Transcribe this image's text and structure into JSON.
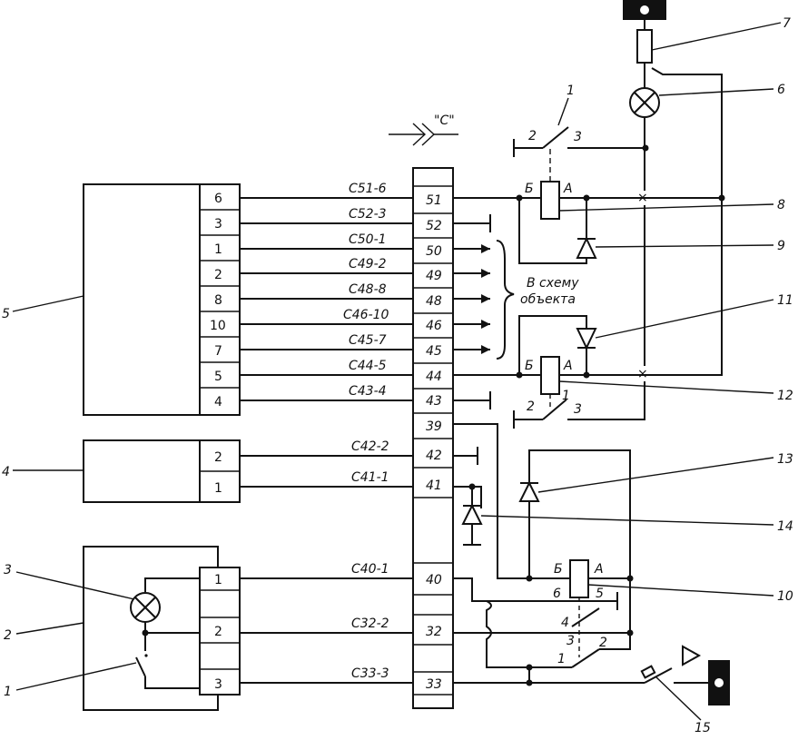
{
  "connector": {
    "label": "\"C\"",
    "pins": [
      "51",
      "52",
      "50",
      "49",
      "48",
      "46",
      "45",
      "44",
      "43",
      "39",
      "42",
      "41",
      "40",
      "32",
      "33"
    ]
  },
  "block5": {
    "pins": [
      "6",
      "3",
      "1",
      "2",
      "8",
      "10",
      "7",
      "5",
      "4"
    ]
  },
  "block4": {
    "pins": [
      "2",
      "1"
    ]
  },
  "block2": {
    "pins": [
      "1",
      "2",
      "3"
    ]
  },
  "wires": [
    "C51-6",
    "C52-3",
    "C50-1",
    "C49-2",
    "C48-8",
    "C46-10",
    "C45-7",
    "C44-5",
    "C43-4",
    "C42-2",
    "C41-1",
    "C40-1",
    "C32-2",
    "C33-3"
  ],
  "object_note": [
    "В схему",
    "объекта"
  ],
  "relay_terms": {
    "b": "Б",
    "a": "А"
  },
  "switch_labels": {
    "top_sw": {
      "l2": "2",
      "l3": "3"
    },
    "mid_sw": {
      "l2": "2",
      "l1": "1",
      "l3": "3"
    },
    "low_sw": {
      "l6": "6",
      "l5": "5",
      "l4": "4",
      "l3": "3",
      "l2": "2",
      "l1": "1"
    }
  },
  "callouts": {
    "c1_top": "1",
    "c7": "7",
    "c6": "6",
    "c8": "8",
    "c9": "9",
    "c11": "11",
    "c12": "12",
    "c13": "13",
    "c14": "14",
    "c10": "10",
    "c15": "15",
    "c5": "5",
    "c4": "4",
    "c3": "3",
    "c2": "2",
    "c1_left": "1"
  }
}
